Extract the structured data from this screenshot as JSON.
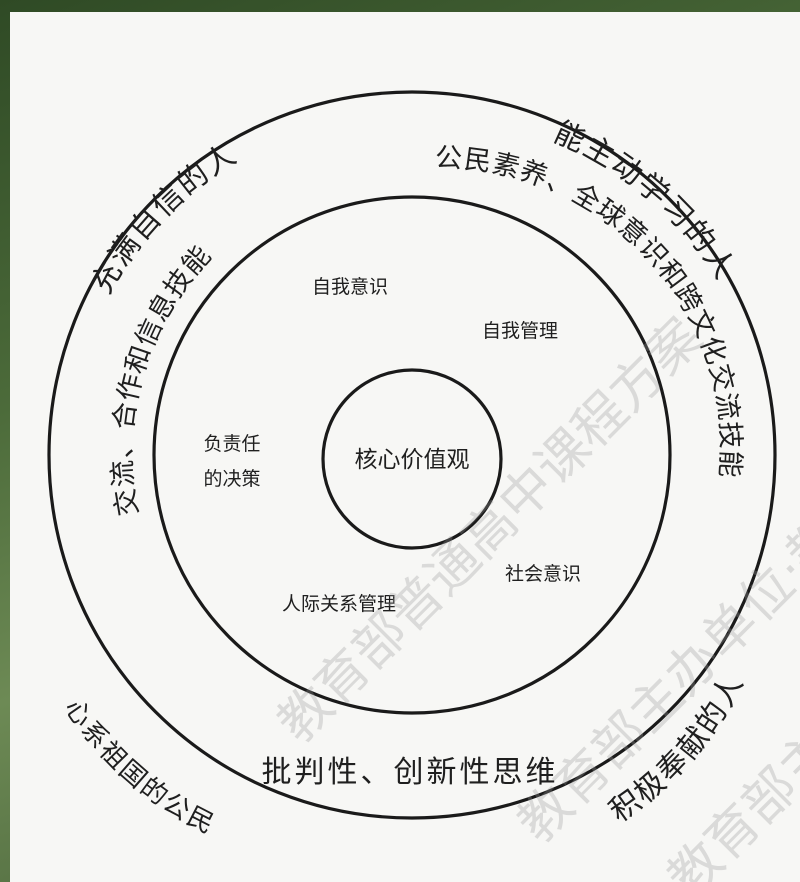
{
  "diagram": {
    "core": "核心价值观",
    "inner": {
      "self_awareness": "自我意识",
      "self_management": "自我管理",
      "responsible_decision_1": "负责任",
      "responsible_decision_2": "的决策",
      "social_awareness": "社会意识",
      "relationship_management": "人际关系管理"
    },
    "middle": {
      "communication": "交流、合作和信息技能",
      "citizenship": "公民素养、全球意识和跨文化交流技能",
      "critical_thinking": "批判性、创新性思维"
    },
    "outer": {
      "confident": "充满自信的人",
      "active_learner": "能主动学习的人",
      "contributor": "积极奉献的人",
      "citizen": "心系祖国的公民"
    }
  },
  "watermark": {
    "line1": "教育部普通高中课程方案",
    "line2": "教育部主办单位·教育",
    "line3": "教育部主办单位·教育"
  }
}
